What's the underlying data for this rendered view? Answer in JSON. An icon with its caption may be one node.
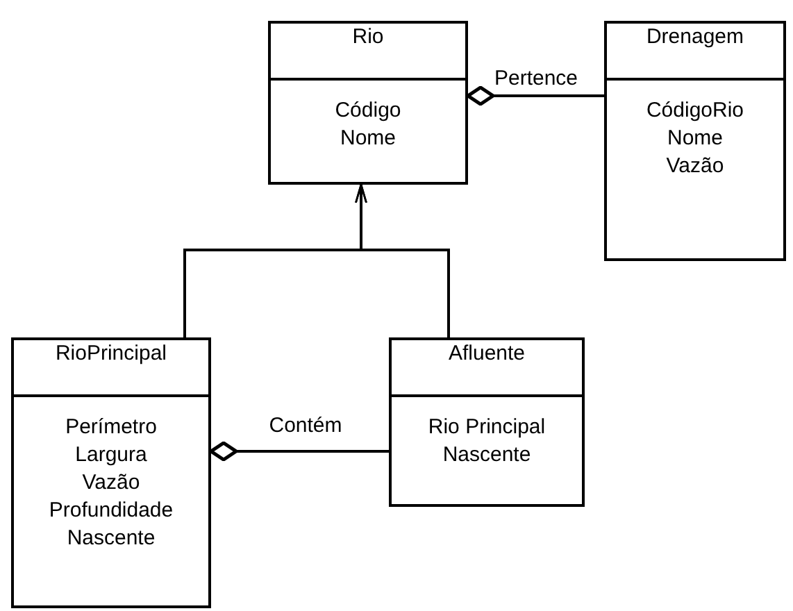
{
  "diagram": {
    "nodes": [
      {
        "text": [
          "Rio",
          "Código",
          "Nome"
        ]
      },
      {
        "text": [
          "Drenagem",
          "CódigoRio",
          "Nome",
          "Vazão"
        ]
      },
      {
        "text": [
          "RioPrincipal",
          "Perímetro",
          "Largura",
          "Vazão",
          "Profundidade",
          "Nascente"
        ]
      },
      {
        "text": [
          "Afluente",
          "Rio Principal",
          "Nascente"
        ]
      }
    ],
    "edges": [
      {
        "from": 1,
        "to": 0,
        "arrow": "other",
        "label": "Pertence"
      },
      {
        "from": 2,
        "to": 0,
        "arrow": "to"
      },
      {
        "from": 3,
        "to": 0,
        "arrow": "to"
      },
      {
        "from": 3,
        "to": 2,
        "arrow": "other",
        "label": "Contém"
      }
    ]
  }
}
